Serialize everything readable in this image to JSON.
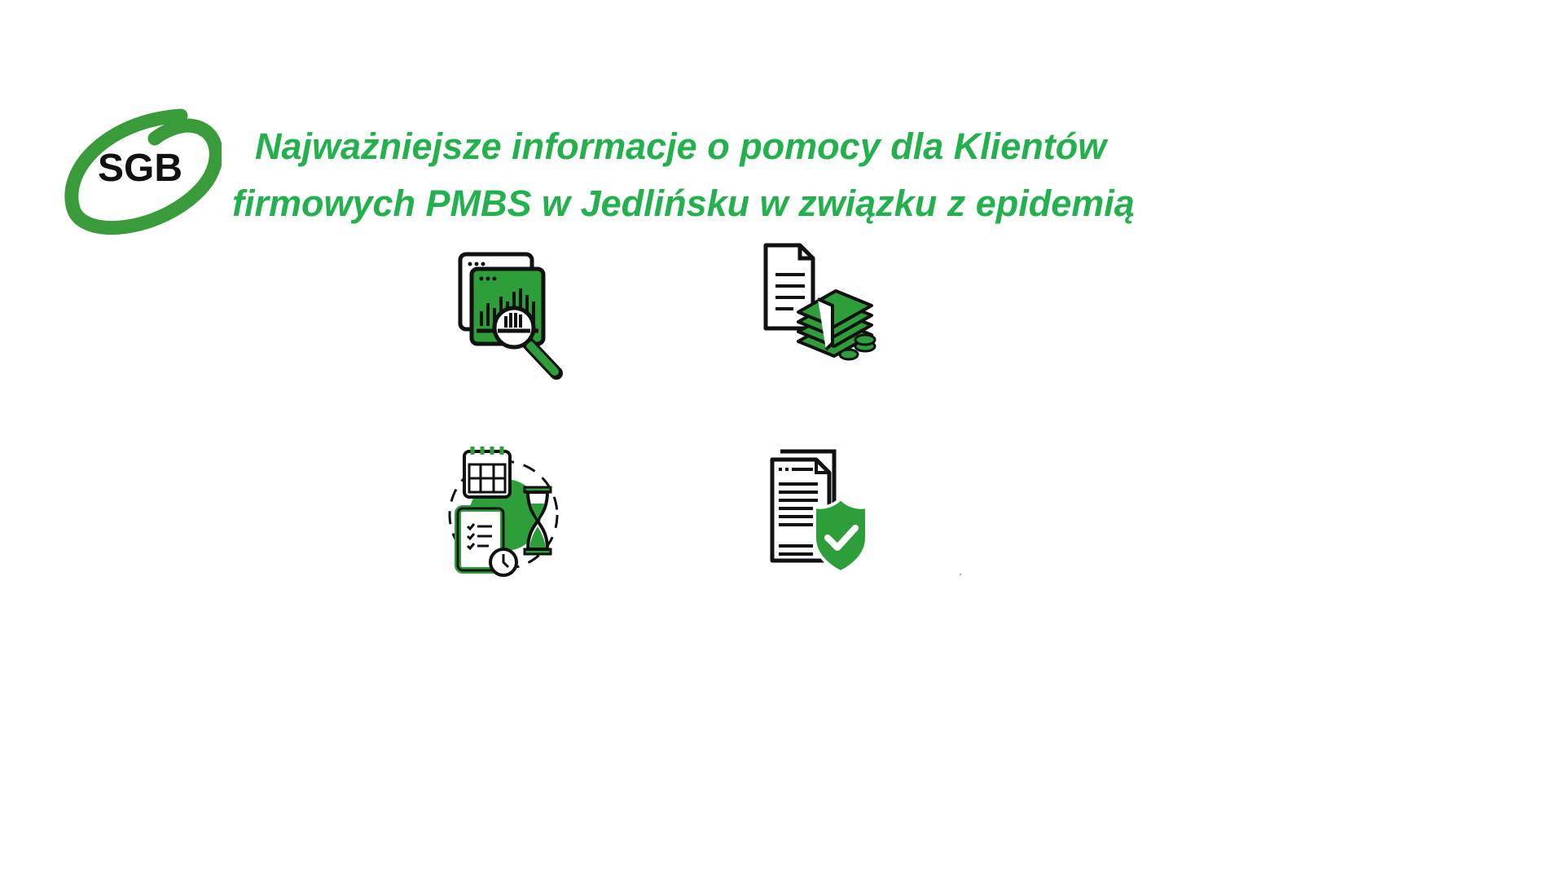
{
  "logo": {
    "text": "SGB",
    "ring_color": "#3a9b3a",
    "text_color": "#111111"
  },
  "heading": {
    "line1": "Najważniejsze informacje o pomocy dla Klientów",
    "line2": "firmowych PMBS w Jedlińsku w związku z epidemią",
    "color": "#22b14c"
  },
  "icons": [
    {
      "name": "analysis-magnifier-icon",
      "label": ""
    },
    {
      "name": "document-money-icon",
      "label": ""
    },
    {
      "name": "schedule-calendar-hourglass-icon",
      "label": ""
    },
    {
      "name": "document-shield-check-icon",
      "label": ""
    }
  ],
  "colors": {
    "icon_green": "#2e9e3a",
    "icon_stroke": "#111111",
    "background": "#ffffff"
  }
}
